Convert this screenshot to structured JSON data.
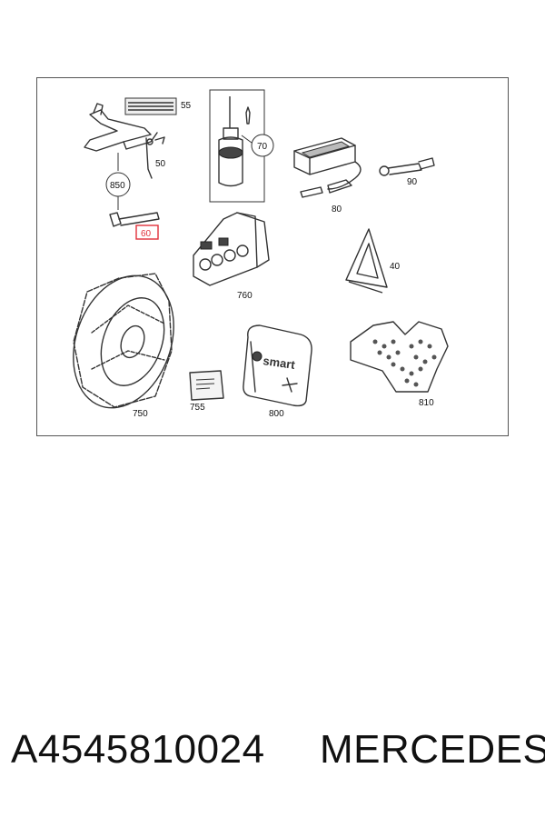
{
  "diagram": {
    "callouts": {
      "c55": "55",
      "c50": "50",
      "c850": "850",
      "c60": "60",
      "c70": "70",
      "c80": "80",
      "c90": "90",
      "c760": "760",
      "c40": "40",
      "c750": "750",
      "c755": "755",
      "c800": "800",
      "c810": "810"
    },
    "highlight_color": "#e0303a",
    "kit_logo_text": "smart"
  },
  "footer": {
    "part_number": "A4545810024",
    "brand": "MERCEDES"
  }
}
